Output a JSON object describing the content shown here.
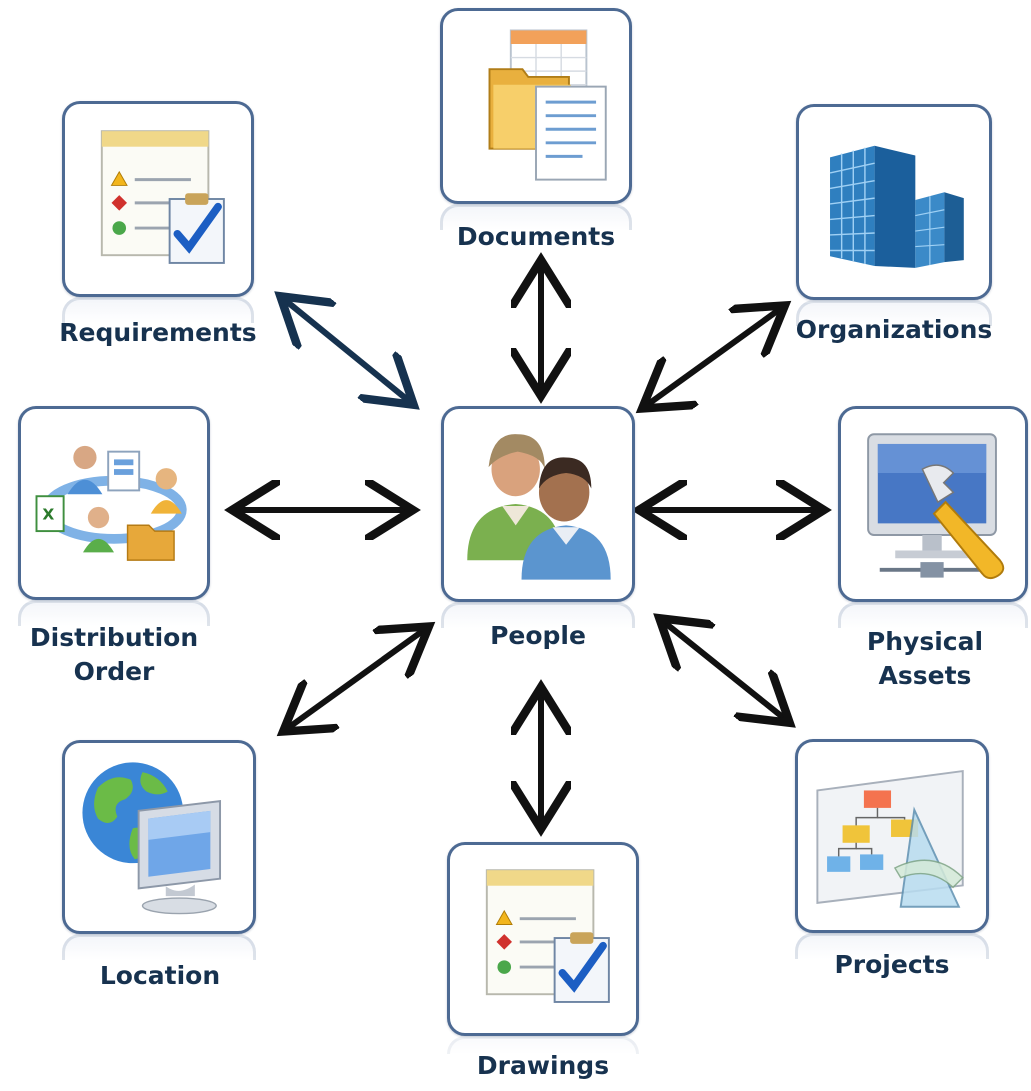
{
  "diagram": {
    "center": {
      "label": "People",
      "icon": "people-icon"
    },
    "nodes": [
      {
        "id": "documents",
        "label": "Documents",
        "icon": "documents-icon"
      },
      {
        "id": "requirements",
        "label": "Requirements",
        "icon": "requirements-checklist-icon"
      },
      {
        "id": "organizations",
        "label": "Organizations",
        "icon": "office-buildings-icon"
      },
      {
        "id": "distribution-order",
        "label_line1": "Distribution",
        "label_line2": "Order",
        "icon": "distribution-cycle-icon"
      },
      {
        "id": "physical-assets",
        "label_line1": "Physical",
        "label_line2": "Assets",
        "icon": "computer-wrench-icon"
      },
      {
        "id": "location",
        "label": "Location",
        "icon": "globe-monitor-icon"
      },
      {
        "id": "drawings",
        "label": "Drawings",
        "icon": "drawings-checklist-icon"
      },
      {
        "id": "projects",
        "label": "Projects",
        "icon": "org-chart-ruler-icon"
      }
    ],
    "connections": "bidirectional",
    "colors": {
      "tile_border": "#4d6a93",
      "label_text": "#17324f",
      "arrow": "#111111",
      "arrow_accent": "#16324f"
    }
  }
}
